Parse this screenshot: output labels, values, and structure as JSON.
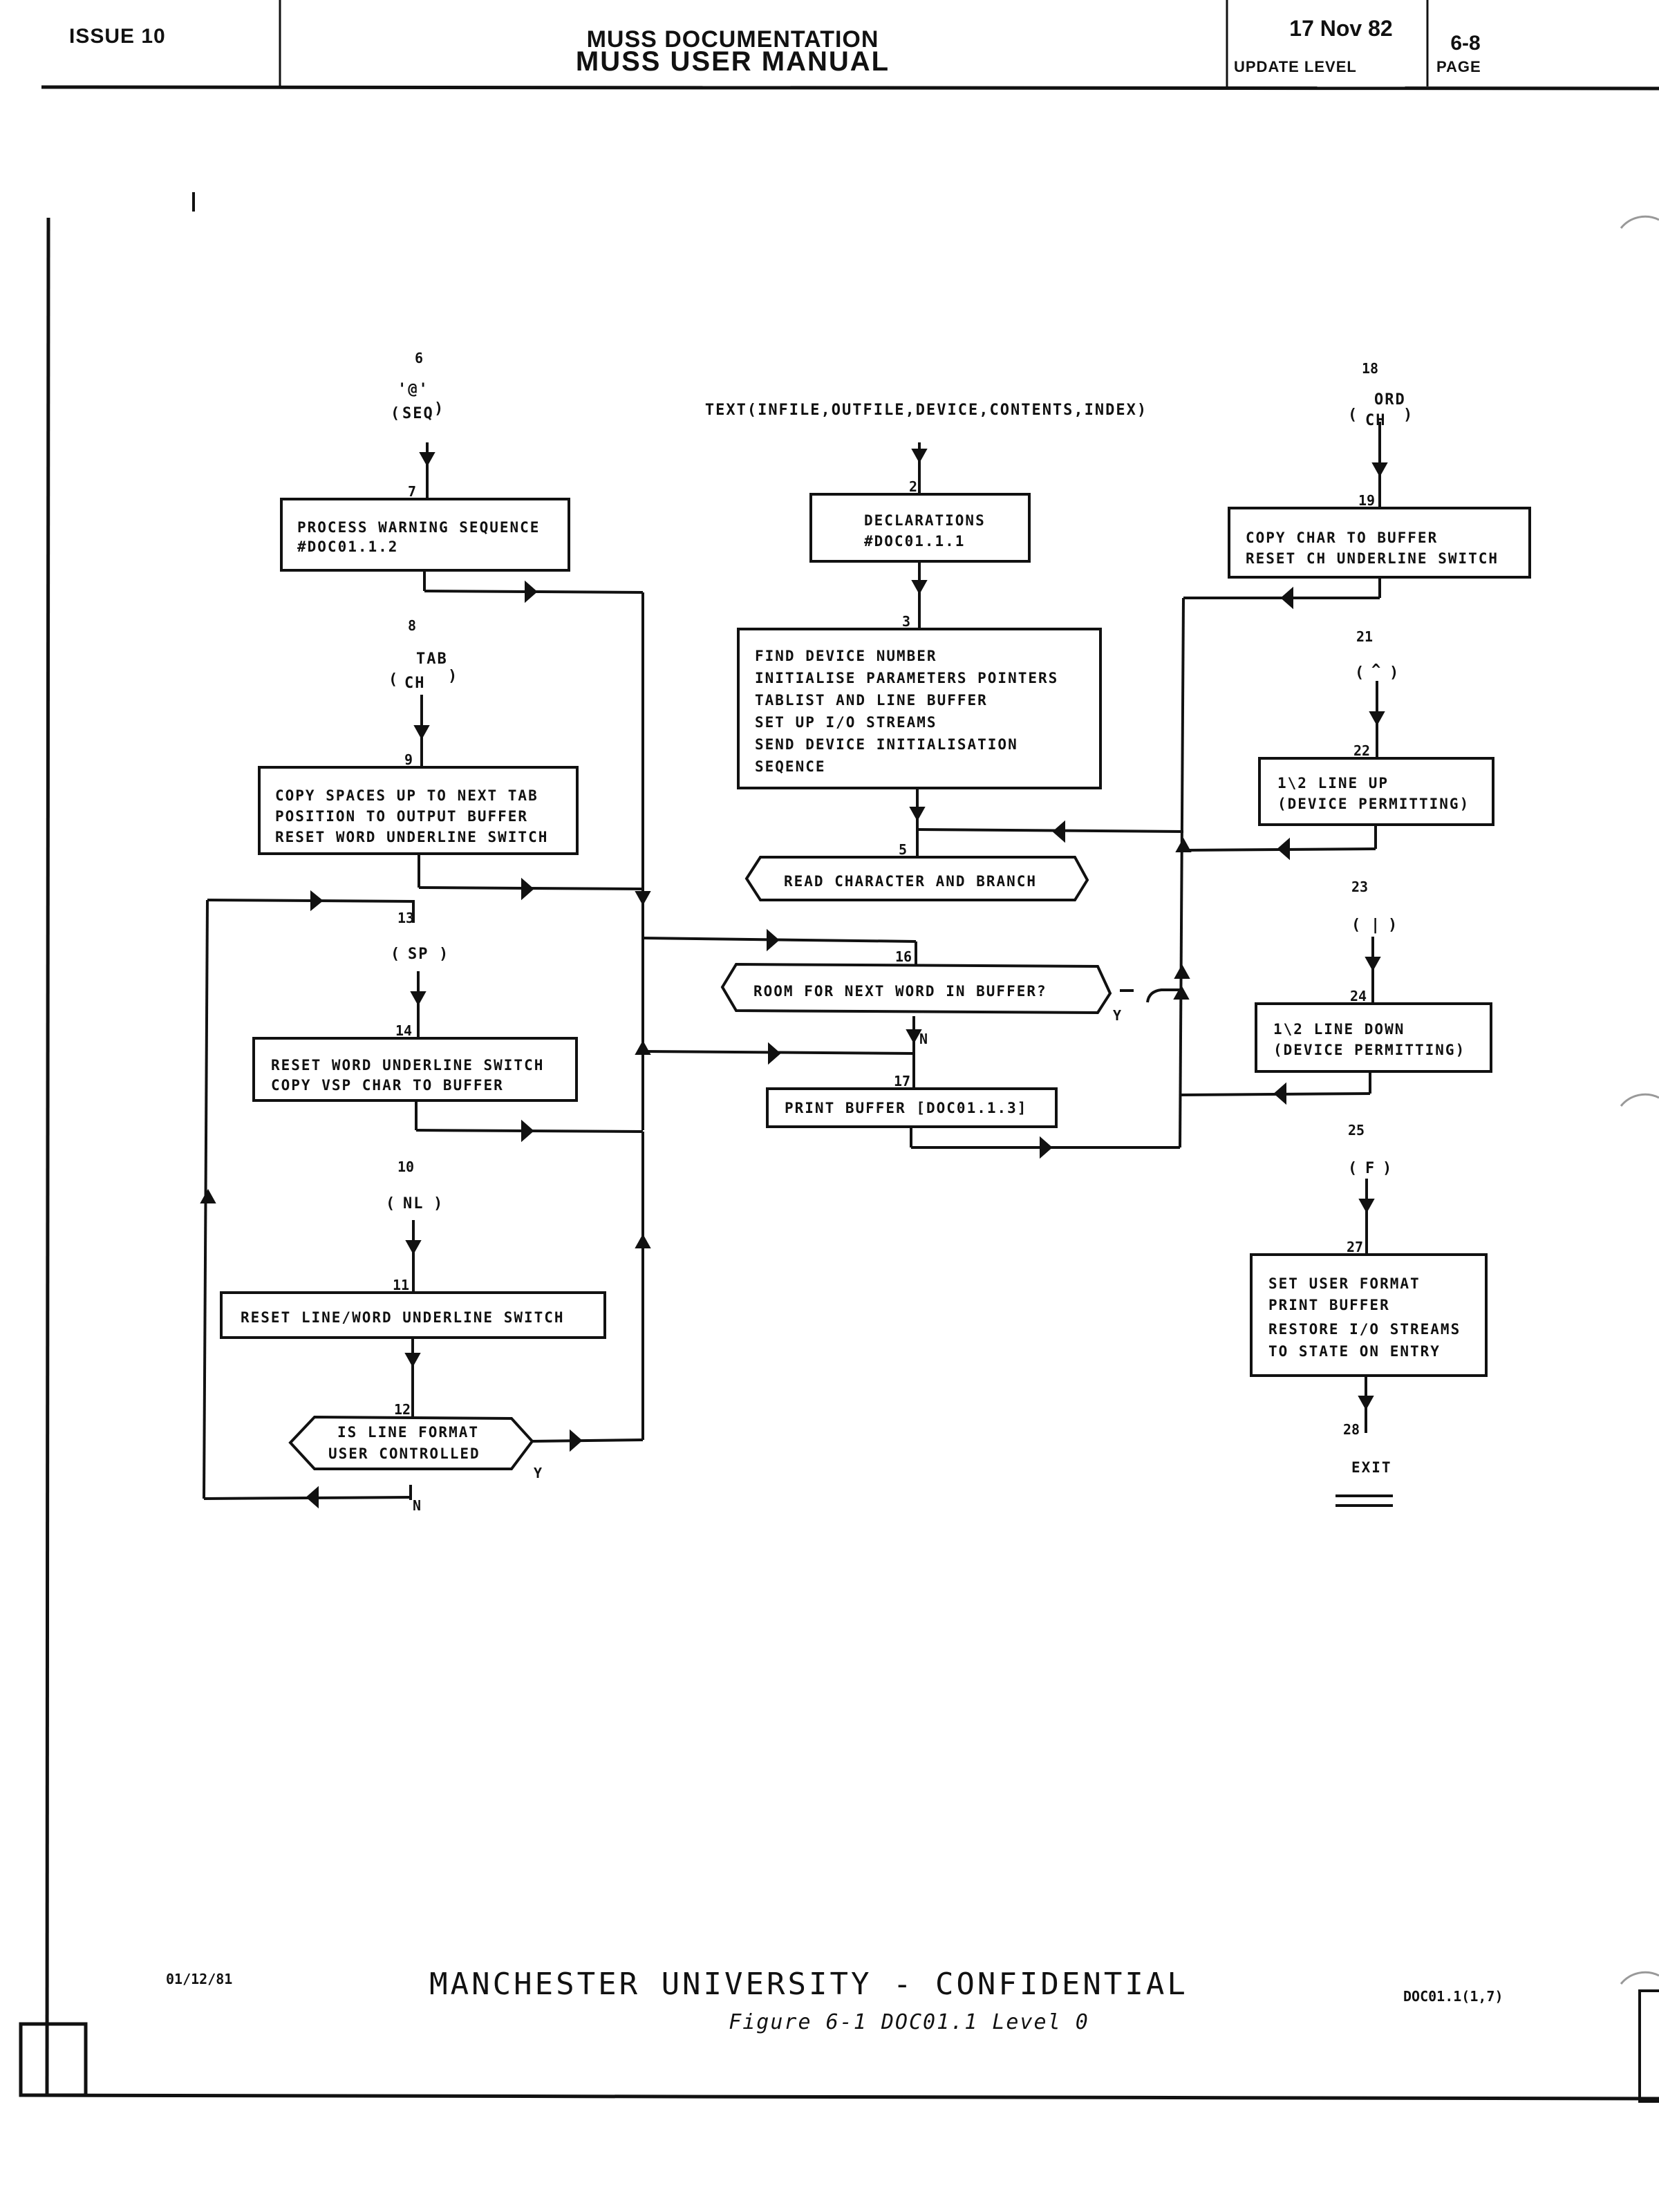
{
  "header": {
    "issue": "ISSUE 10",
    "title_line1": "MUSS DOCUMENTATION",
    "title_line2": "MUSS USER MANUAL",
    "update_date": "17 Nov 82",
    "update_label": "UPDATE LEVEL",
    "page_number": "6-8",
    "page_label": "PAGE"
  },
  "diagram": {
    "entry_call": "TEXT(INFILE,OUTFILE,DEVICE,CONTENTS,INDEX)",
    "nodes": [
      {
        "id": "2",
        "kind": "process",
        "lines": [
          "DECLARATIONS",
          "#DOC01.1.1"
        ]
      },
      {
        "id": "3",
        "kind": "process",
        "lines": [
          "FIND DEVICE NUMBER",
          "INITIALISE PARAMETERS POINTERS",
          "TABLIST AND LINE BUFFER",
          "SET UP I/O STREAMS",
          "SEND DEVICE INITIALISATION",
          "SEQENCE"
        ]
      },
      {
        "id": "5",
        "kind": "branch",
        "lines": [
          "READ CHARACTER AND BRANCH"
        ]
      },
      {
        "id": "6",
        "kind": "case",
        "lines": [
          "'@'",
          "SEQ"
        ]
      },
      {
        "id": "7",
        "kind": "process",
        "lines": [
          "PROCESS WARNING SEQUENCE",
          "#DOC01.1.2"
        ]
      },
      {
        "id": "8",
        "kind": "case",
        "lines": [
          "TAB",
          "CH"
        ]
      },
      {
        "id": "9",
        "kind": "process",
        "lines": [
          "COPY SPACES UP TO NEXT TAB",
          "POSITION TO OUTPUT BUFFER",
          "RESET WORD UNDERLINE SWITCH"
        ]
      },
      {
        "id": "13",
        "kind": "case",
        "lines": [
          "SP"
        ]
      },
      {
        "id": "14",
        "kind": "process",
        "lines": [
          "RESET WORD UNDERLINE SWITCH",
          "COPY VSP CHAR TO BUFFER"
        ]
      },
      {
        "id": "10",
        "kind": "case",
        "lines": [
          "NL"
        ]
      },
      {
        "id": "11",
        "kind": "process",
        "lines": [
          "RESET LINE/WORD UNDERLINE SWITCH"
        ]
      },
      {
        "id": "12",
        "kind": "decision",
        "lines": [
          "IS LINE FORMAT",
          "USER CONTROLLED"
        ],
        "yes": "Y",
        "no": "N"
      },
      {
        "id": "16",
        "kind": "decision",
        "lines": [
          "ROOM FOR NEXT WORD IN BUFFER?"
        ],
        "yes": "Y",
        "no": "N"
      },
      {
        "id": "17",
        "kind": "process",
        "lines": [
          "PRINT BUFFER [DOC01.1.3]"
        ]
      },
      {
        "id": "18",
        "kind": "case",
        "lines": [
          "ORD",
          "CH"
        ]
      },
      {
        "id": "19",
        "kind": "process",
        "lines": [
          "COPY CHAR TO BUFFER",
          "RESET CH UNDERLINE SWITCH"
        ]
      },
      {
        "id": "21",
        "kind": "case",
        "lines": [
          "^"
        ]
      },
      {
        "id": "22",
        "kind": "process",
        "lines": [
          "1\\2 LINE UP",
          "(DEVICE PERMITTING)"
        ]
      },
      {
        "id": "23",
        "kind": "case",
        "lines": [
          "|"
        ]
      },
      {
        "id": "24",
        "kind": "process",
        "lines": [
          "1\\2 LINE DOWN",
          "(DEVICE PERMITTING)"
        ]
      },
      {
        "id": "25",
        "kind": "case",
        "lines": [
          "F"
        ]
      },
      {
        "id": "27",
        "kind": "process",
        "lines": [
          "SET USER FORMAT",
          "PRINT BUFFER",
          "RESTORE I/O STREAMS",
          "TO STATE ON ENTRY"
        ]
      },
      {
        "id": "28",
        "kind": "terminal",
        "lines": [
          "EXIT"
        ]
      }
    ]
  },
  "footer": {
    "date": "01/12/81",
    "confidential": "MANCHESTER UNIVERSITY - CONFIDENTIAL",
    "figure_caption": "Figure 6-1 DOC01.1 Level 0",
    "reference": "DOC01.1(1,7)"
  }
}
